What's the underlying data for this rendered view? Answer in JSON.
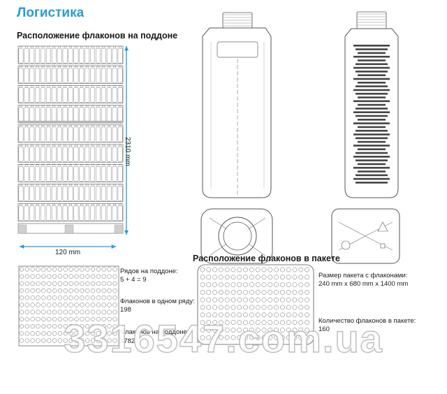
{
  "header": {
    "title": "Логистика"
  },
  "pallet": {
    "heading": "Расположение флаконов на поддоне",
    "height_label": "2310 mm",
    "width_label": "120 mm",
    "rows_label": "Рядов на поддоне:",
    "rows_value": "5 + 4 = 9",
    "per_row_label": "Флаконов в одном ряду:",
    "per_row_value": "198",
    "total_label": "Флаконов на поддоне:",
    "total_value": "1782"
  },
  "package": {
    "heading": "Расположение флаконов в пакете",
    "size_label": "Размер пакета с флаконами:",
    "size_value": "240 mm x 680 mm x 1400 mm",
    "count_label": "Количество флаконов в пакете:",
    "count_value": "160"
  },
  "watermark": {
    "text": "3316547.com.ua"
  },
  "colors": {
    "accent": "#2a9bd7",
    "line": "#555555",
    "watermark_stroke": "#b9b9b9"
  }
}
